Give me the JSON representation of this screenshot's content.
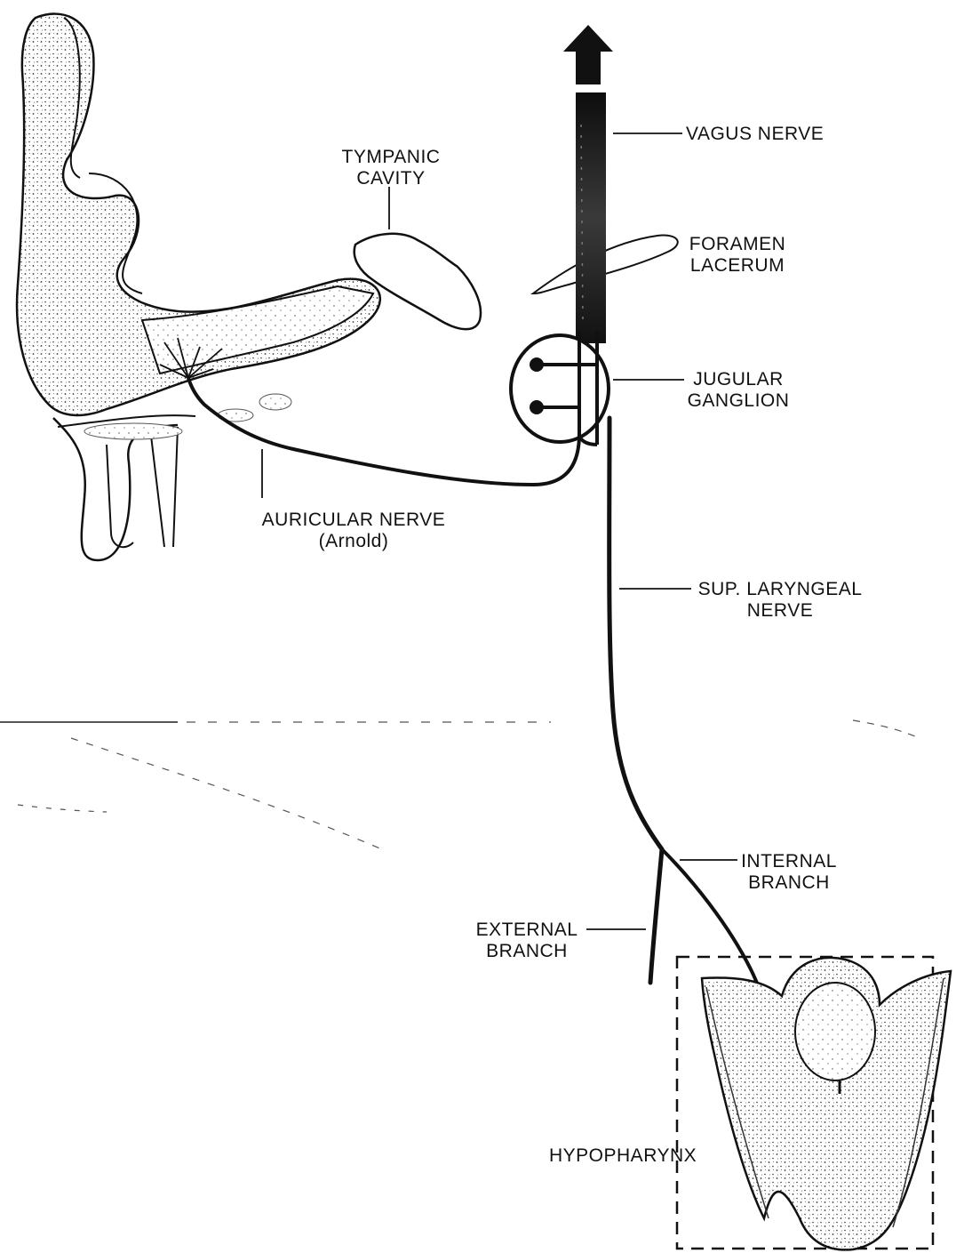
{
  "diagram": {
    "labels": {
      "tympanic_cavity": [
        "TYMPANIC",
        "CAVITY"
      ],
      "vagus_nerve": "VAGUS NERVE",
      "foramen_lacerum": [
        "FORAMEN",
        "LACERUM"
      ],
      "jugular_ganglion": [
        "JUGULAR",
        "GANGLION"
      ],
      "auricular_nerve": [
        "AURICULAR NERVE",
        "(Arnold)"
      ],
      "sup_laryngeal_nerve": [
        "SUP. LARYNGEAL",
        "NERVE"
      ],
      "internal_branch": [
        "INTERNAL",
        "BRANCH"
      ],
      "external_branch": [
        "EXTERNAL",
        "BRANCH"
      ],
      "hypopharynx": "HYPOPHARYNX"
    }
  }
}
